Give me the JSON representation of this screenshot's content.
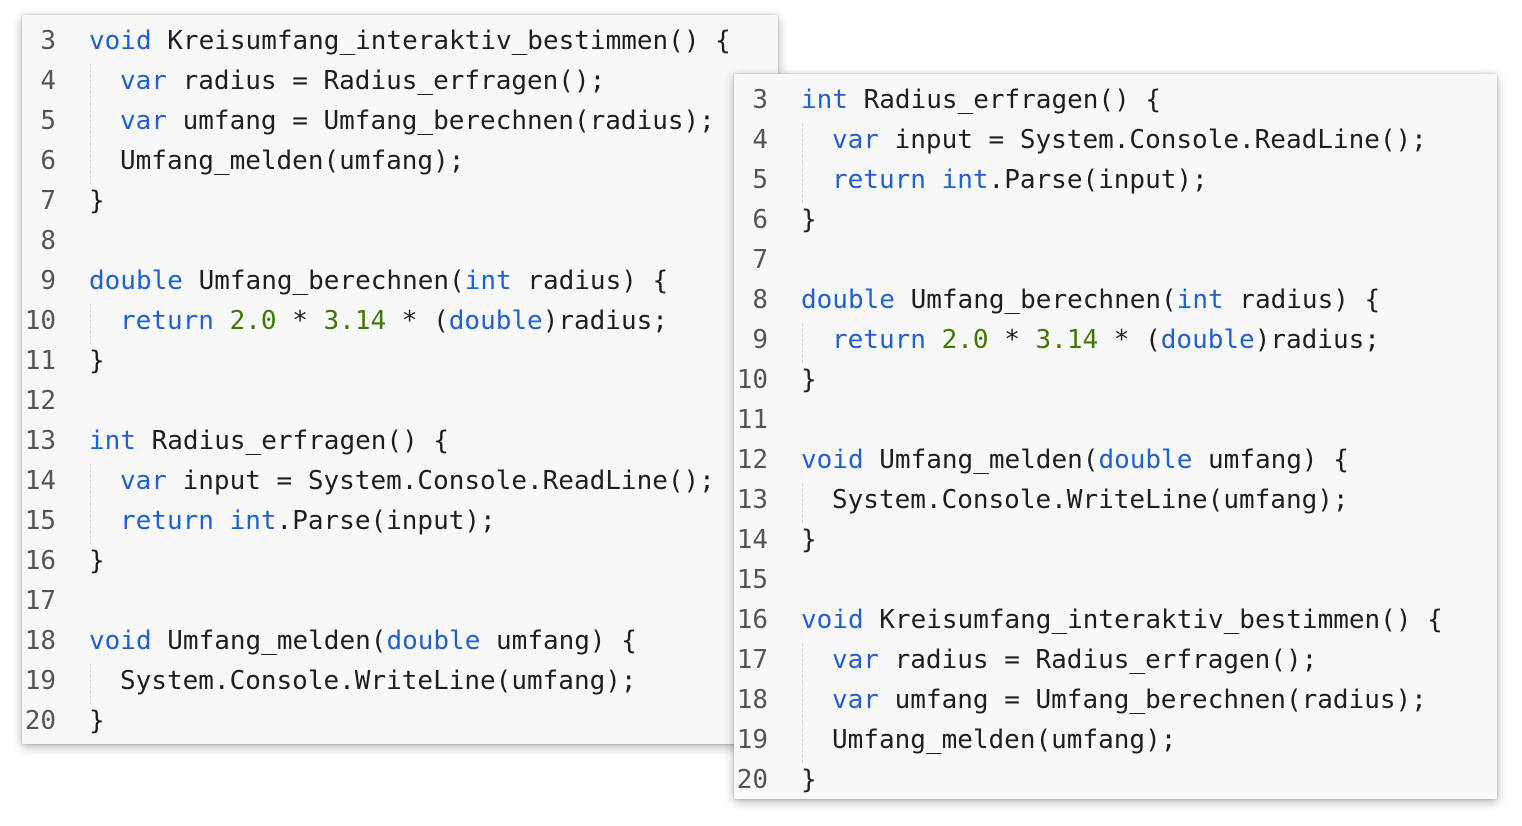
{
  "colors": {
    "keyword": "#1d61d6",
    "number": "#3e7a00",
    "text": "#1e1e1e",
    "line_number": "#555555",
    "panel_background": "#f8f8f8"
  },
  "panels": [
    {
      "id": "panel-left",
      "lines": [
        {
          "n": "3",
          "indent": false,
          "tokens": [
            [
              "kw",
              "void"
            ],
            [
              "t",
              " Kreisumfang_interaktiv_bestimmen() {"
            ]
          ]
        },
        {
          "n": "4",
          "indent": true,
          "tokens": [
            [
              "kw",
              "var"
            ],
            [
              "t",
              " radius = Radius_erfragen();"
            ]
          ]
        },
        {
          "n": "5",
          "indent": true,
          "tokens": [
            [
              "kw",
              "var"
            ],
            [
              "t",
              " umfang = Umfang_berechnen(radius);"
            ]
          ]
        },
        {
          "n": "6",
          "indent": true,
          "tokens": [
            [
              "t",
              "Umfang_melden(umfang);"
            ]
          ]
        },
        {
          "n": "7",
          "indent": false,
          "tokens": [
            [
              "t",
              "}"
            ]
          ]
        },
        {
          "n": "8",
          "indent": false,
          "tokens": []
        },
        {
          "n": "9",
          "indent": false,
          "tokens": [
            [
              "kw",
              "double"
            ],
            [
              "t",
              " Umfang_berechnen("
            ],
            [
              "kw",
              "int"
            ],
            [
              "t",
              " radius) {"
            ]
          ]
        },
        {
          "n": "10",
          "indent": true,
          "tokens": [
            [
              "kw",
              "return"
            ],
            [
              "t",
              " "
            ],
            [
              "num",
              "2.0"
            ],
            [
              "t",
              " * "
            ],
            [
              "num",
              "3.14"
            ],
            [
              "t",
              " * ("
            ],
            [
              "kw",
              "double"
            ],
            [
              "t",
              ")radius;"
            ]
          ]
        },
        {
          "n": "11",
          "indent": false,
          "tokens": [
            [
              "t",
              "}"
            ]
          ]
        },
        {
          "n": "12",
          "indent": false,
          "tokens": []
        },
        {
          "n": "13",
          "indent": false,
          "tokens": [
            [
              "kw",
              "int"
            ],
            [
              "t",
              " Radius_erfragen() {"
            ]
          ]
        },
        {
          "n": "14",
          "indent": true,
          "tokens": [
            [
              "kw",
              "var"
            ],
            [
              "t",
              " input = System.Console.ReadLine();"
            ]
          ]
        },
        {
          "n": "15",
          "indent": true,
          "tokens": [
            [
              "kw",
              "return"
            ],
            [
              "t",
              " "
            ],
            [
              "kw",
              "int"
            ],
            [
              "t",
              ".Parse(input);"
            ]
          ]
        },
        {
          "n": "16",
          "indent": false,
          "tokens": [
            [
              "t",
              "}"
            ]
          ]
        },
        {
          "n": "17",
          "indent": false,
          "tokens": []
        },
        {
          "n": "18",
          "indent": false,
          "tokens": [
            [
              "kw",
              "void"
            ],
            [
              "t",
              " Umfang_melden("
            ],
            [
              "kw",
              "double"
            ],
            [
              "t",
              " umfang) {"
            ]
          ]
        },
        {
          "n": "19",
          "indent": true,
          "tokens": [
            [
              "t",
              "System.Console.WriteLine(umfang);"
            ]
          ]
        },
        {
          "n": "20",
          "indent": false,
          "tokens": [
            [
              "t",
              "}"
            ]
          ]
        }
      ]
    },
    {
      "id": "panel-right",
      "lines": [
        {
          "n": "3",
          "indent": false,
          "tokens": [
            [
              "kw",
              "int"
            ],
            [
              "t",
              " Radius_erfragen() {"
            ]
          ]
        },
        {
          "n": "4",
          "indent": true,
          "tokens": [
            [
              "kw",
              "var"
            ],
            [
              "t",
              " input = System.Console.ReadLine();"
            ]
          ]
        },
        {
          "n": "5",
          "indent": true,
          "tokens": [
            [
              "kw",
              "return"
            ],
            [
              "t",
              " "
            ],
            [
              "kw",
              "int"
            ],
            [
              "t",
              ".Parse(input);"
            ]
          ]
        },
        {
          "n": "6",
          "indent": false,
          "tokens": [
            [
              "t",
              "}"
            ]
          ]
        },
        {
          "n": "7",
          "indent": false,
          "tokens": []
        },
        {
          "n": "8",
          "indent": false,
          "tokens": [
            [
              "kw",
              "double"
            ],
            [
              "t",
              " Umfang_berechnen("
            ],
            [
              "kw",
              "int"
            ],
            [
              "t",
              " radius) {"
            ]
          ]
        },
        {
          "n": "9",
          "indent": true,
          "tokens": [
            [
              "kw",
              "return"
            ],
            [
              "t",
              " "
            ],
            [
              "num",
              "2.0"
            ],
            [
              "t",
              " * "
            ],
            [
              "num",
              "3.14"
            ],
            [
              "t",
              " * ("
            ],
            [
              "kw",
              "double"
            ],
            [
              "t",
              ")radius;"
            ]
          ]
        },
        {
          "n": "10",
          "indent": false,
          "tokens": [
            [
              "t",
              "}"
            ]
          ]
        },
        {
          "n": "11",
          "indent": false,
          "tokens": []
        },
        {
          "n": "12",
          "indent": false,
          "tokens": [
            [
              "kw",
              "void"
            ],
            [
              "t",
              " Umfang_melden("
            ],
            [
              "kw",
              "double"
            ],
            [
              "t",
              " umfang) {"
            ]
          ]
        },
        {
          "n": "13",
          "indent": true,
          "tokens": [
            [
              "t",
              "System.Console.WriteLine(umfang);"
            ]
          ]
        },
        {
          "n": "14",
          "indent": false,
          "tokens": [
            [
              "t",
              "}"
            ]
          ]
        },
        {
          "n": "15",
          "indent": false,
          "tokens": []
        },
        {
          "n": "16",
          "indent": false,
          "tokens": [
            [
              "kw",
              "void"
            ],
            [
              "t",
              " Kreisumfang_interaktiv_bestimmen() {"
            ]
          ]
        },
        {
          "n": "17",
          "indent": true,
          "tokens": [
            [
              "kw",
              "var"
            ],
            [
              "t",
              " radius = Radius_erfragen();"
            ]
          ]
        },
        {
          "n": "18",
          "indent": true,
          "tokens": [
            [
              "kw",
              "var"
            ],
            [
              "t",
              " umfang = Umfang_berechnen(radius);"
            ]
          ]
        },
        {
          "n": "19",
          "indent": true,
          "tokens": [
            [
              "t",
              "Umfang_melden(umfang);"
            ]
          ]
        },
        {
          "n": "20",
          "indent": false,
          "tokens": [
            [
              "t",
              "}"
            ]
          ]
        }
      ]
    }
  ]
}
